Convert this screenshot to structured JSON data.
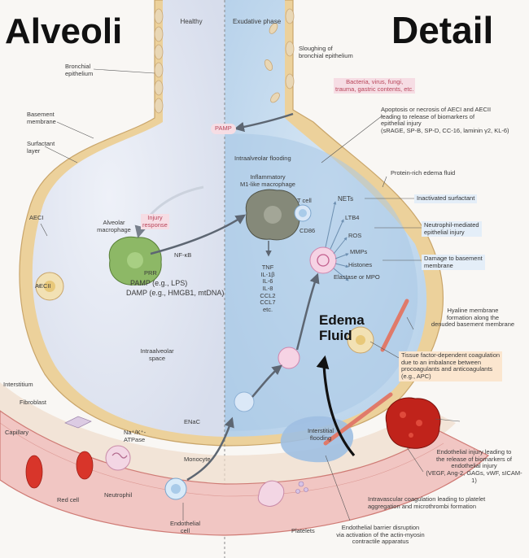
{
  "titles": {
    "left": "Alveoli",
    "right": "Detail",
    "edema": "Edema\nFluid"
  },
  "headers": {
    "healthy": "Healthy",
    "exudative": "Exudative phase"
  },
  "labels": {
    "bronchial_epithelium": "Bronchial\nepithelium",
    "basement_membrane": "Basement\nmembrane",
    "surfactant_layer": "Surfactant\nlayer",
    "aeci": "AECI",
    "aecii": "AECII",
    "alveolar_macrophage": "Alveolar\nmacrophage",
    "injury_response": "Injury\nresponse",
    "nfkb": "NF-κB",
    "prr": "PRR",
    "pamp": "PAMP (e.g., LPS)",
    "damp": "DAMP (e.g., HMGB1, mtDNA)",
    "intraalveolar_space": "Intraalveolar\nspace",
    "interstitium": "Interstitium",
    "fibroblast": "Fibroblast",
    "capillary": "Capillary",
    "na_k_atpase": "Na⁺/K⁺-\nATPase",
    "enac": "ENaC",
    "monocyte": "Monocyte",
    "red_cell": "Red cell",
    "neutrophil": "Neutrophil",
    "endothelial_cell": "Endothelial\ncell",
    "platelets": "Platelets",
    "sloughing": "Sloughing of\nbronchial epithelium",
    "bacteria": "Bacteria, virus, fungi,\ntrauma, gastric contents, etc.",
    "pamp_short": "PAMP",
    "apoptosis": "Apoptosis or necrosis of AECI and AECII\nleading to release of biomarkers of\nepithelial injury\n(sRAGE, SP-B, SP-D, CC-16, laminin γ2, KL-6)",
    "intraalveolar_flooding": "Intraalveolar flooding",
    "protein_rich": "Protein-rich edema fluid",
    "inflammatory_macrophage": "Inflammatory\nM1-like macrophage",
    "t_cell": "T cell",
    "cd86": "CD86",
    "cytokines": "TNF\nIL-1β\nIL-6\nIL-8\nCCL2\nCCL7\netc.",
    "nets": "NETs",
    "ltb4": "LTB4",
    "ros": "ROS",
    "mmps": "MMPs",
    "histones": "Histones",
    "elastase": "Elastase or MPO",
    "inactivated_surfactant": "Inactivated surfactant",
    "neutrophil_injury": "Neutrophil-mediated\nepithelial injury",
    "damage_basement": "Damage to basement\nmembrane",
    "hyaline": "Hyaline membrane\nformation along the\ndenuded basement membrane",
    "tissue_factor": "Tissue factor-dependent coagulation\ndue to an imbalance between\nprocoagulants and anticoagulants\n(e.g., APC)",
    "interstitial_flooding": "Interstitial\nflooding",
    "endothelial_injury": "Endothelial injury leading to\nthe release of biomarkers of\nendothelial injury\n(VEGF, Ang-2, GAGs, vWF, sICAM-1)",
    "intravascular": "Intravascular coagulation leading to platelet\naggregation and microthrombi formation",
    "barrier": "Endothelial barrier disruption\nvia activation of the actin-myosin\ncontractile apparatus"
  },
  "colors": {
    "alveolus_healthy": "#e3e8f3",
    "alveolus_exudative": "#c6dcef",
    "wall": "#e9c98e",
    "capillary": "#f1c6c3",
    "capillary_edge": "#cf7b75",
    "red_cell": "#d8352a",
    "macrophage": "#7fae5c",
    "inflammatory_macrophage": "#7c7f72",
    "arrow": "#5d6672",
    "pink_label": "#b8455a",
    "title": "#111111"
  }
}
